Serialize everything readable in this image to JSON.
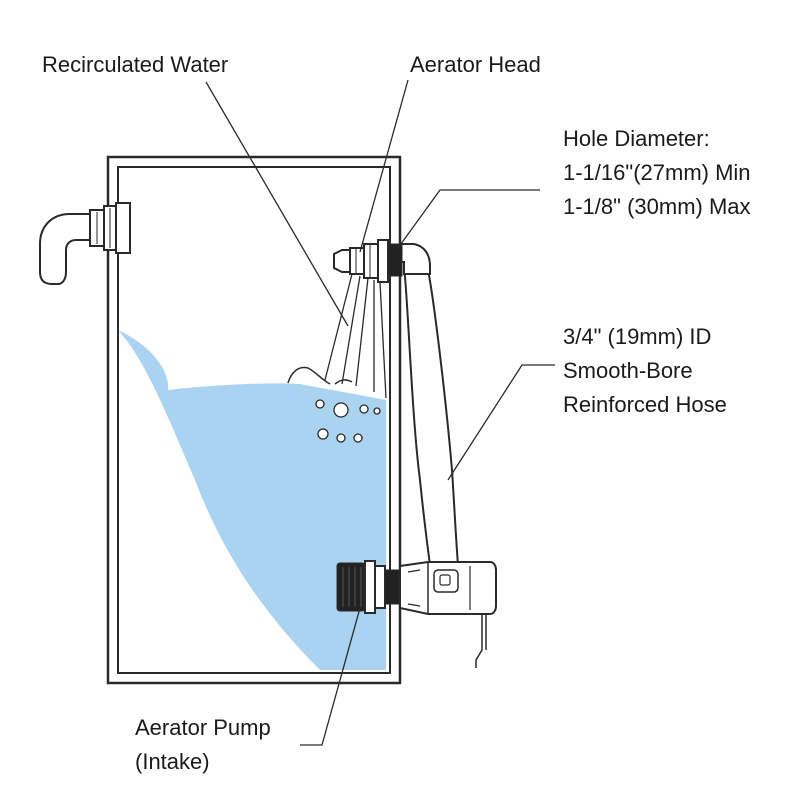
{
  "colors": {
    "water": "#a9d3f0",
    "outline": "#2a2a2a",
    "text": "#1a1a1a",
    "pump_body": "#222222"
  },
  "labels": {
    "recirculated_water": "Recirculated Water",
    "aerator_head": "Aerator Head",
    "hole_diameter": {
      "line1": "Hole Diameter:",
      "line2": "1-1/16\"(27mm) Min",
      "line3": "1-1/8\" (30mm) Max"
    },
    "hose": {
      "line1": "3/4\" (19mm) ID",
      "line2": "Smooth-Bore",
      "line3": "Reinforced Hose"
    },
    "aerator_pump": {
      "line1": "Aerator Pump",
      "line2": "(Intake)"
    }
  }
}
